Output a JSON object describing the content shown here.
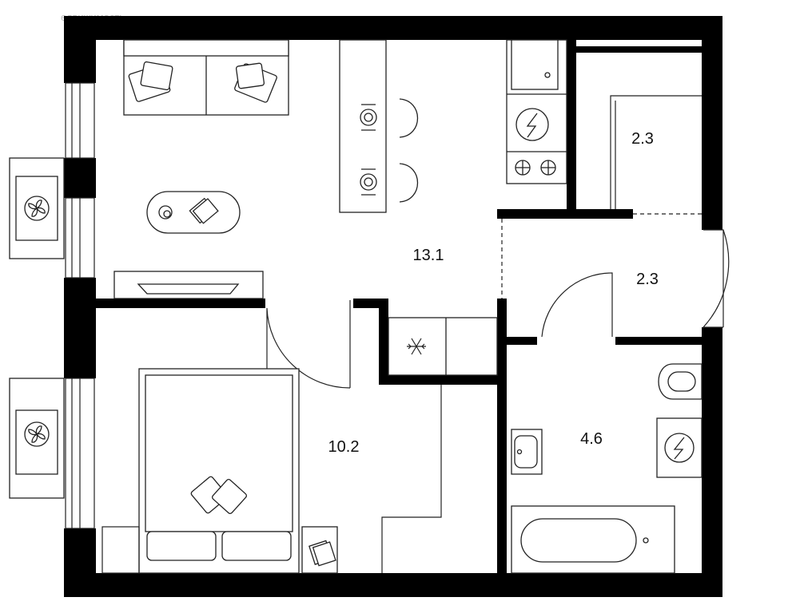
{
  "watermark": "едвижимость",
  "rooms": [
    {
      "id": "living-kitchen",
      "area": "13.1"
    },
    {
      "id": "bedroom",
      "area": "10.2"
    },
    {
      "id": "closet",
      "area": "2.3"
    },
    {
      "id": "hallway",
      "area": "2.3"
    },
    {
      "id": "bathroom",
      "area": "4.6"
    }
  ],
  "colors": {
    "wall": "#000000",
    "line": "#222222",
    "furniture_fill": "#ffffff"
  },
  "icons": [
    "fan-icon",
    "fan-icon",
    "electric-stove-icon",
    "washing-machine-icon",
    "snowflake-icon",
    "pillow-icon",
    "book-icon",
    "plate-icon"
  ]
}
